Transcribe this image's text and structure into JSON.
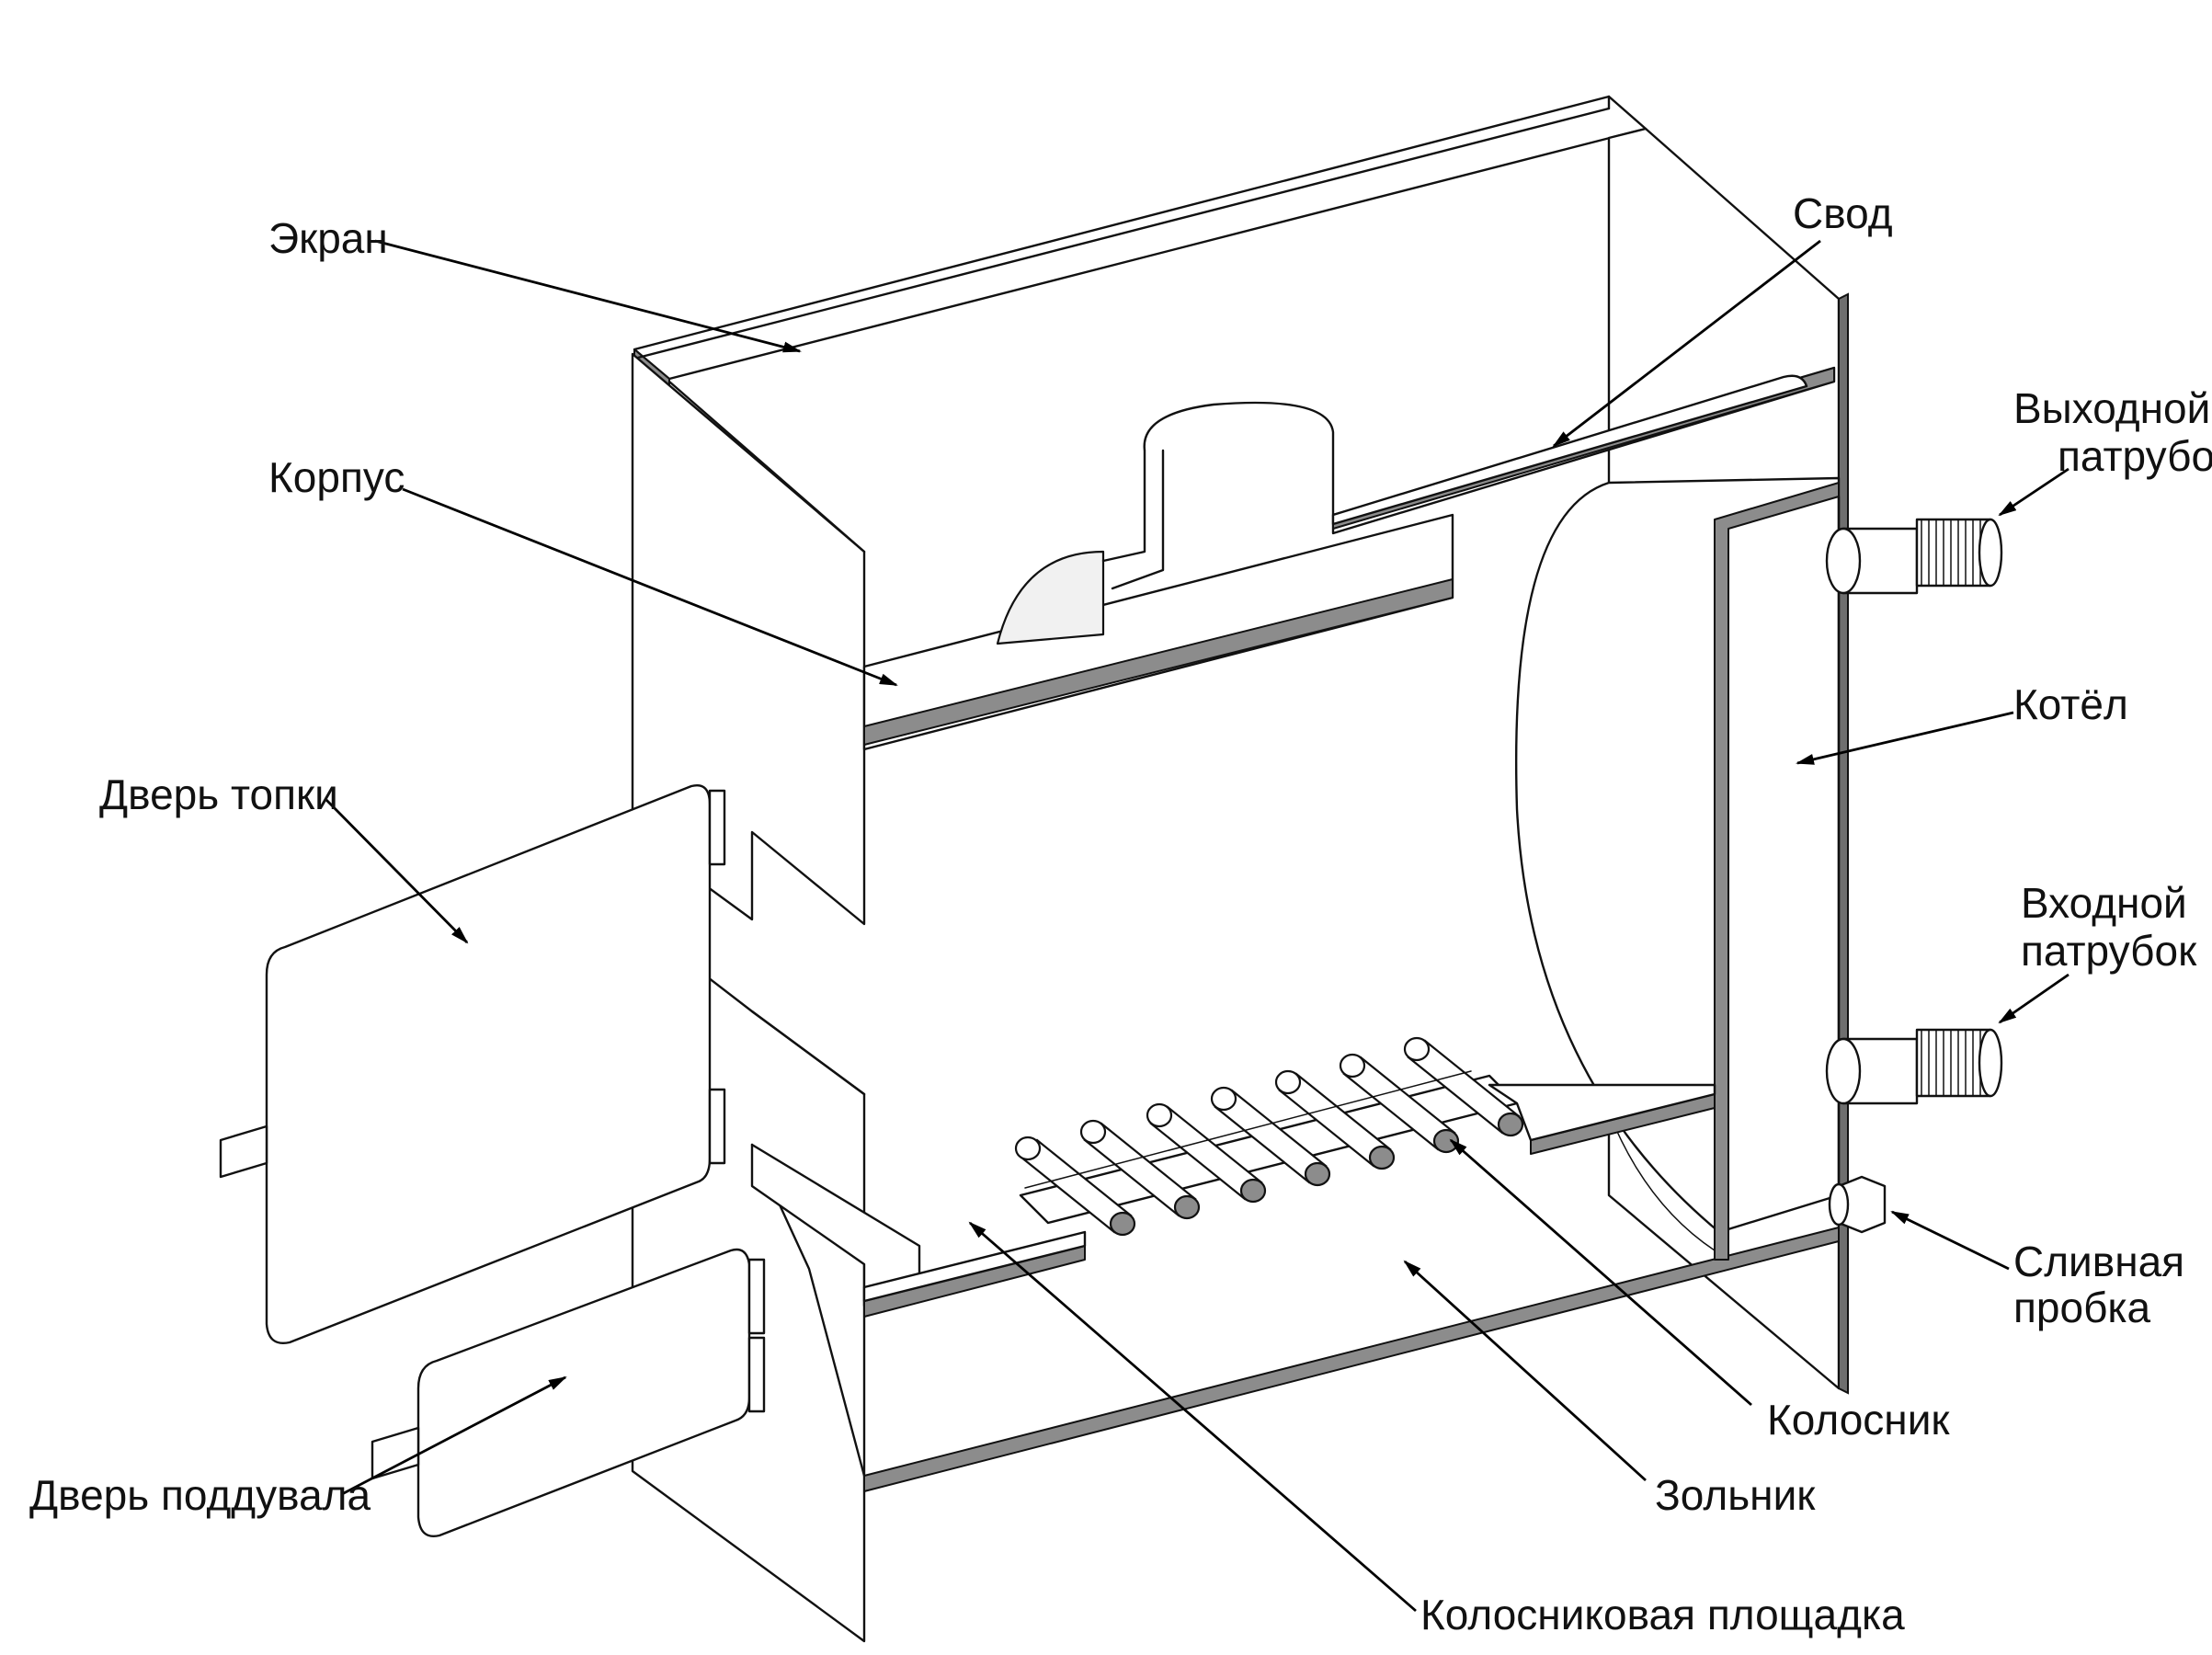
{
  "labels": {
    "ekran": "Экран",
    "svod": "Свод",
    "korpus": "Корпус",
    "vykhodnoy_1": "Выходной",
    "vykhodnoy_2": "патрубок",
    "kotel": "Котёл",
    "dver_topki": "Дверь топки",
    "vkhodnoy_1": "Входной",
    "vkhodnoy_2": "патрубок",
    "slivnaya_1": "Сливная",
    "slivnaya_2": "пробка",
    "kolosnik": "Колосник",
    "dver_podduvala": "Дверь поддувала",
    "zolnik": "Зольник",
    "kolosnikovaya_ploshchadka": "Колосниковая площадка"
  },
  "colors": {
    "line": "#111111",
    "plate_fill": "#8c8c8c",
    "background": "#ffffff"
  }
}
